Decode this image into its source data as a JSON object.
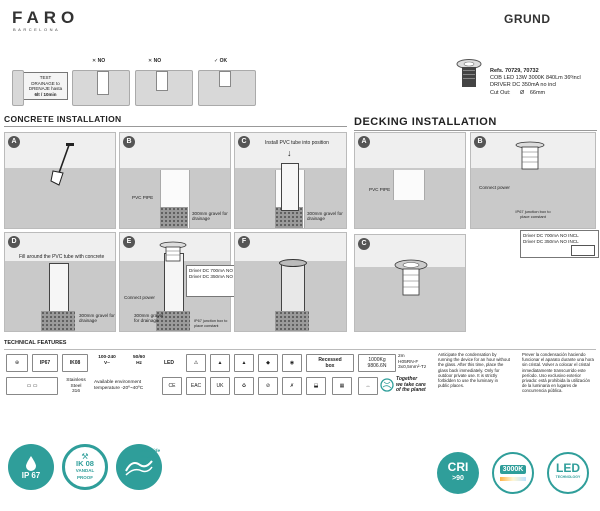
{
  "header": {
    "brand": "FARO",
    "brand_sub": "BARCELONA",
    "title": "GRUND"
  },
  "install_test": {
    "test_text": [
      "TEST",
      "DRAINAGE to",
      "DRENAJE hasta",
      "6lt / 10min"
    ],
    "marks": [
      {
        "symbol": "✕",
        "label": "NO"
      },
      {
        "symbol": "✕",
        "label": "NO"
      },
      {
        "symbol": "✓",
        "label": "OK"
      }
    ]
  },
  "specs": {
    "refs": "Refs. 70729, 70732",
    "line1": "COB LED 13W 3000K 840Lm 36ºincl",
    "line2": "DRIVER DC 350mA no incl",
    "cutout_label": "Cut Out:",
    "cutout_value": "Ø",
    "cutout_mm": "66mm"
  },
  "concrete": {
    "title": "CONCRETE INSTALLATION",
    "panels": {
      "A": {
        "letter": "A"
      },
      "B": {
        "letter": "B",
        "pvc": "PVC PIPE",
        "gravel": "300mm gravel for drainage"
      },
      "C": {
        "letter": "C",
        "note": "Install PVC tube into position",
        "gravel": "300mm gravel for drainage"
      },
      "D": {
        "letter": "D",
        "note": "Fill around the PVC tube with concrete",
        "gravel": "300mm gravel for drainage"
      },
      "E": {
        "letter": "E",
        "driver1": "Driver DC 700mA NO INCL",
        "driver2": "Driver DC 350mA NO INCL",
        "power": "Connect power",
        "gravel": "300mm gravel for drainage",
        "junction": "IP67 junction box to place constant"
      },
      "F": {
        "letter": "F"
      }
    }
  },
  "decking": {
    "title": "DECKING INSTALLATION",
    "panels": {
      "A": {
        "letter": "A",
        "pvc": "PVC PIPE"
      },
      "B": {
        "letter": "B",
        "power": "Connect power",
        "junction": "IP67 junction box to place constant",
        "driver1": "Driver DC 700mA NO INCL",
        "driver2": "Driver DC 350mA NO INCL"
      },
      "C": {
        "letter": "C"
      }
    }
  },
  "technical": {
    "title": "TECHNICAL FEATURES",
    "row1": {
      "ip": "IP67",
      "ik": "IK08",
      "voltage": "100-240",
      "voltage_unit": "V~",
      "freq": "50/60",
      "freq_unit": "Hz",
      "led": "LED",
      "recessed1": "Recessed",
      "recessed2": "box",
      "lumens": "1000Kg",
      "lumens2": "9806.6N",
      "cable": "2m",
      "cable2": "H05RN-F",
      "cable3": "3x0,5mm²-Tz"
    },
    "row2": {
      "steel1": "Stainless",
      "steel2": "Steel",
      "steel3": "316",
      "env1": "Available environment",
      "env2": "temperature -20º~40ºC",
      "planet1": "Together",
      "planet2": "we take care",
      "planet3": "of the planet"
    },
    "note_en": "Anticipate the condensation by running the device for an hour without the glass. After this time, place the glass back immediately. Only for outdoor private use. It is strictly forbidden to use the luminary in public places.",
    "note_es": "Prever la condensación haciendo funcionar el aparato durante una hora sin cristal. Volver a colocar el cristal inmediatamente transcurrido este período. Uso exclusivo exterior privado: está prohibida la utilización de la luminaria en lugares de concurrencia pública."
  },
  "badges": {
    "ip67": "IP 67",
    "ik08": "IK 08",
    "ik_sub1": "VANDAL",
    "ik_sub2": "PROOF",
    "sea1": "Sea Side",
    "sea2": "Suitable",
    "cri": "CRI",
    "cri_val": ">90",
    "kelvin": "3000K",
    "led": "LED",
    "led_sub": "TECHNOLOGY"
  },
  "colors": {
    "teal": "#2f9e9a",
    "gray_dark": "#555555",
    "soil": "#c9c9c9"
  }
}
